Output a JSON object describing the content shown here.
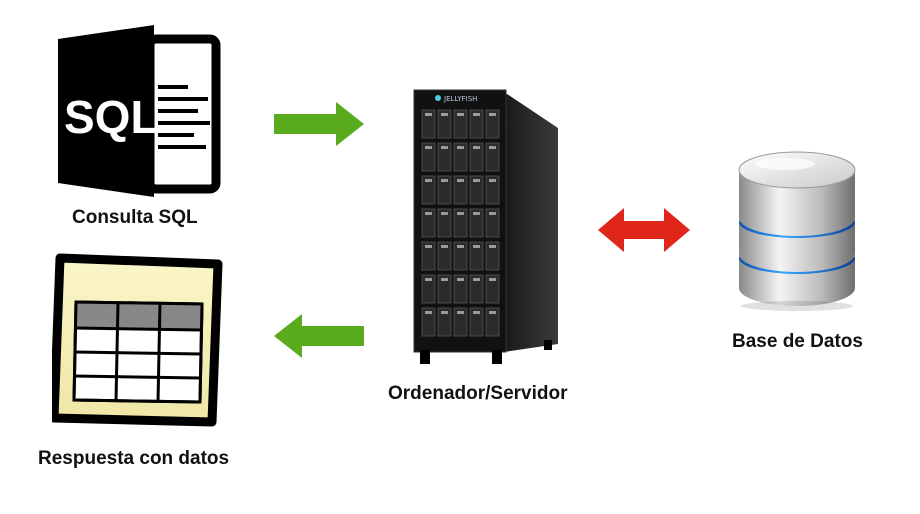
{
  "nodes": {
    "sql_query": {
      "label": "Consulta SQL",
      "icon_text": "SQL",
      "icon": "sql-file-icon"
    },
    "response": {
      "label": "Respuesta con datos",
      "icon": "table-icon"
    },
    "server": {
      "label": "Ordenador/Servidor",
      "brand": "JELLYFISH",
      "icon": "server-tower-icon"
    },
    "database": {
      "label": "Base de Datos",
      "icon": "database-icon"
    }
  },
  "arrows": [
    {
      "from": "Consulta SQL",
      "to": "Ordenador/Servidor",
      "direction": "right",
      "color": "#5aaa1e"
    },
    {
      "from": "Ordenador/Servidor",
      "to": "Respuesta con datos",
      "direction": "left",
      "color": "#5aaa1e"
    },
    {
      "from": "Ordenador/Servidor",
      "to": "Base de Datos",
      "direction": "both",
      "color": "#e0261a"
    }
  ]
}
